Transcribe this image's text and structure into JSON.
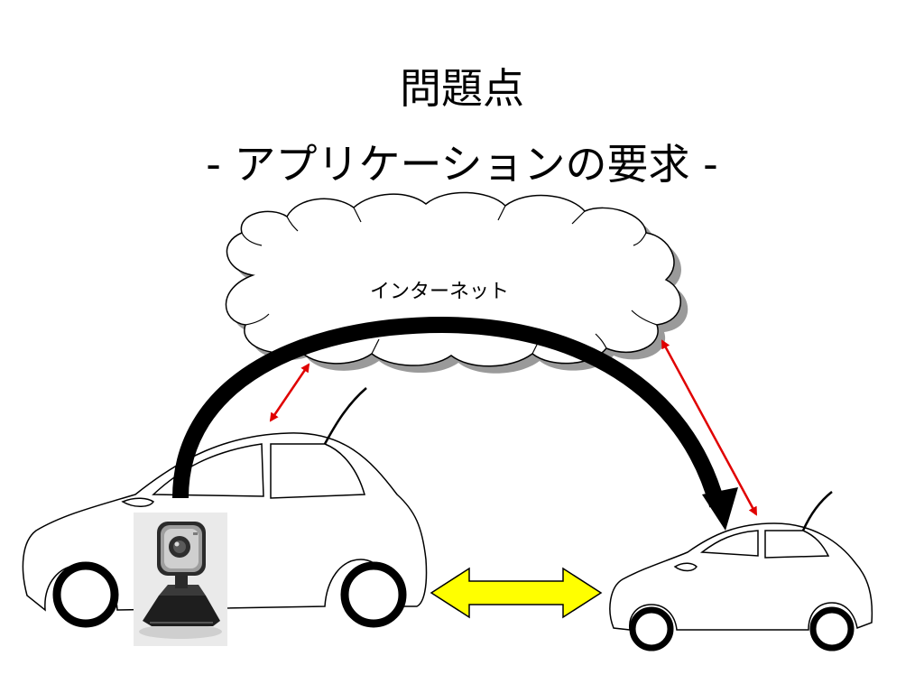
{
  "slide": {
    "title": "問題点",
    "subtitle": "- アプリケーションの要求 -"
  },
  "cloud": {
    "label": "インターネット",
    "icon": "cloud-icon"
  },
  "icons": {
    "car_left": "car-icon",
    "car_right": "car-icon",
    "webcam": "webcam-icon"
  },
  "colors": {
    "communication_arrow": "#000000",
    "latency_arrows": "#e00000",
    "v2v_arrow": "#ffff00"
  }
}
